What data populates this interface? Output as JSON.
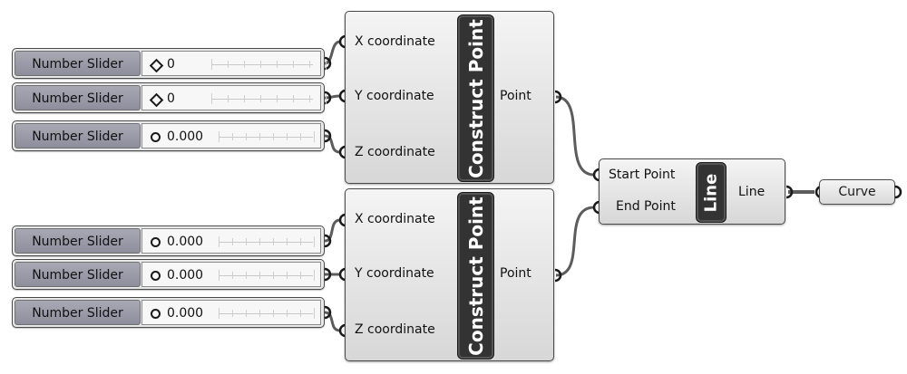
{
  "sliders": [
    {
      "label": "Number Slider",
      "value": "0",
      "glyph": "diamond"
    },
    {
      "label": "Number Slider",
      "value": "0",
      "glyph": "diamond"
    },
    {
      "label": "Number Slider",
      "value": "0.000",
      "glyph": "ring"
    },
    {
      "label": "Number Slider",
      "value": "0.000",
      "glyph": "ring"
    },
    {
      "label": "Number Slider",
      "value": "0.000",
      "glyph": "ring"
    },
    {
      "label": "Number Slider",
      "value": "0.000",
      "glyph": "ring"
    }
  ],
  "construct_point_1": {
    "name": "Construct Point",
    "inputs": [
      "X coordinate",
      "Y coordinate",
      "Z coordinate"
    ],
    "output": "Point"
  },
  "construct_point_2": {
    "name": "Construct Point",
    "inputs": [
      "X coordinate",
      "Y coordinate",
      "Z coordinate"
    ],
    "output": "Point"
  },
  "line": {
    "name": "Line",
    "inputs": [
      "Start Point",
      "End Point"
    ],
    "output": "Line"
  },
  "curve": {
    "label": "Curve"
  },
  "colors": {
    "wire": "#5c5c5c",
    "badge": "#333333",
    "slider_label": "#9a9aa8"
  }
}
